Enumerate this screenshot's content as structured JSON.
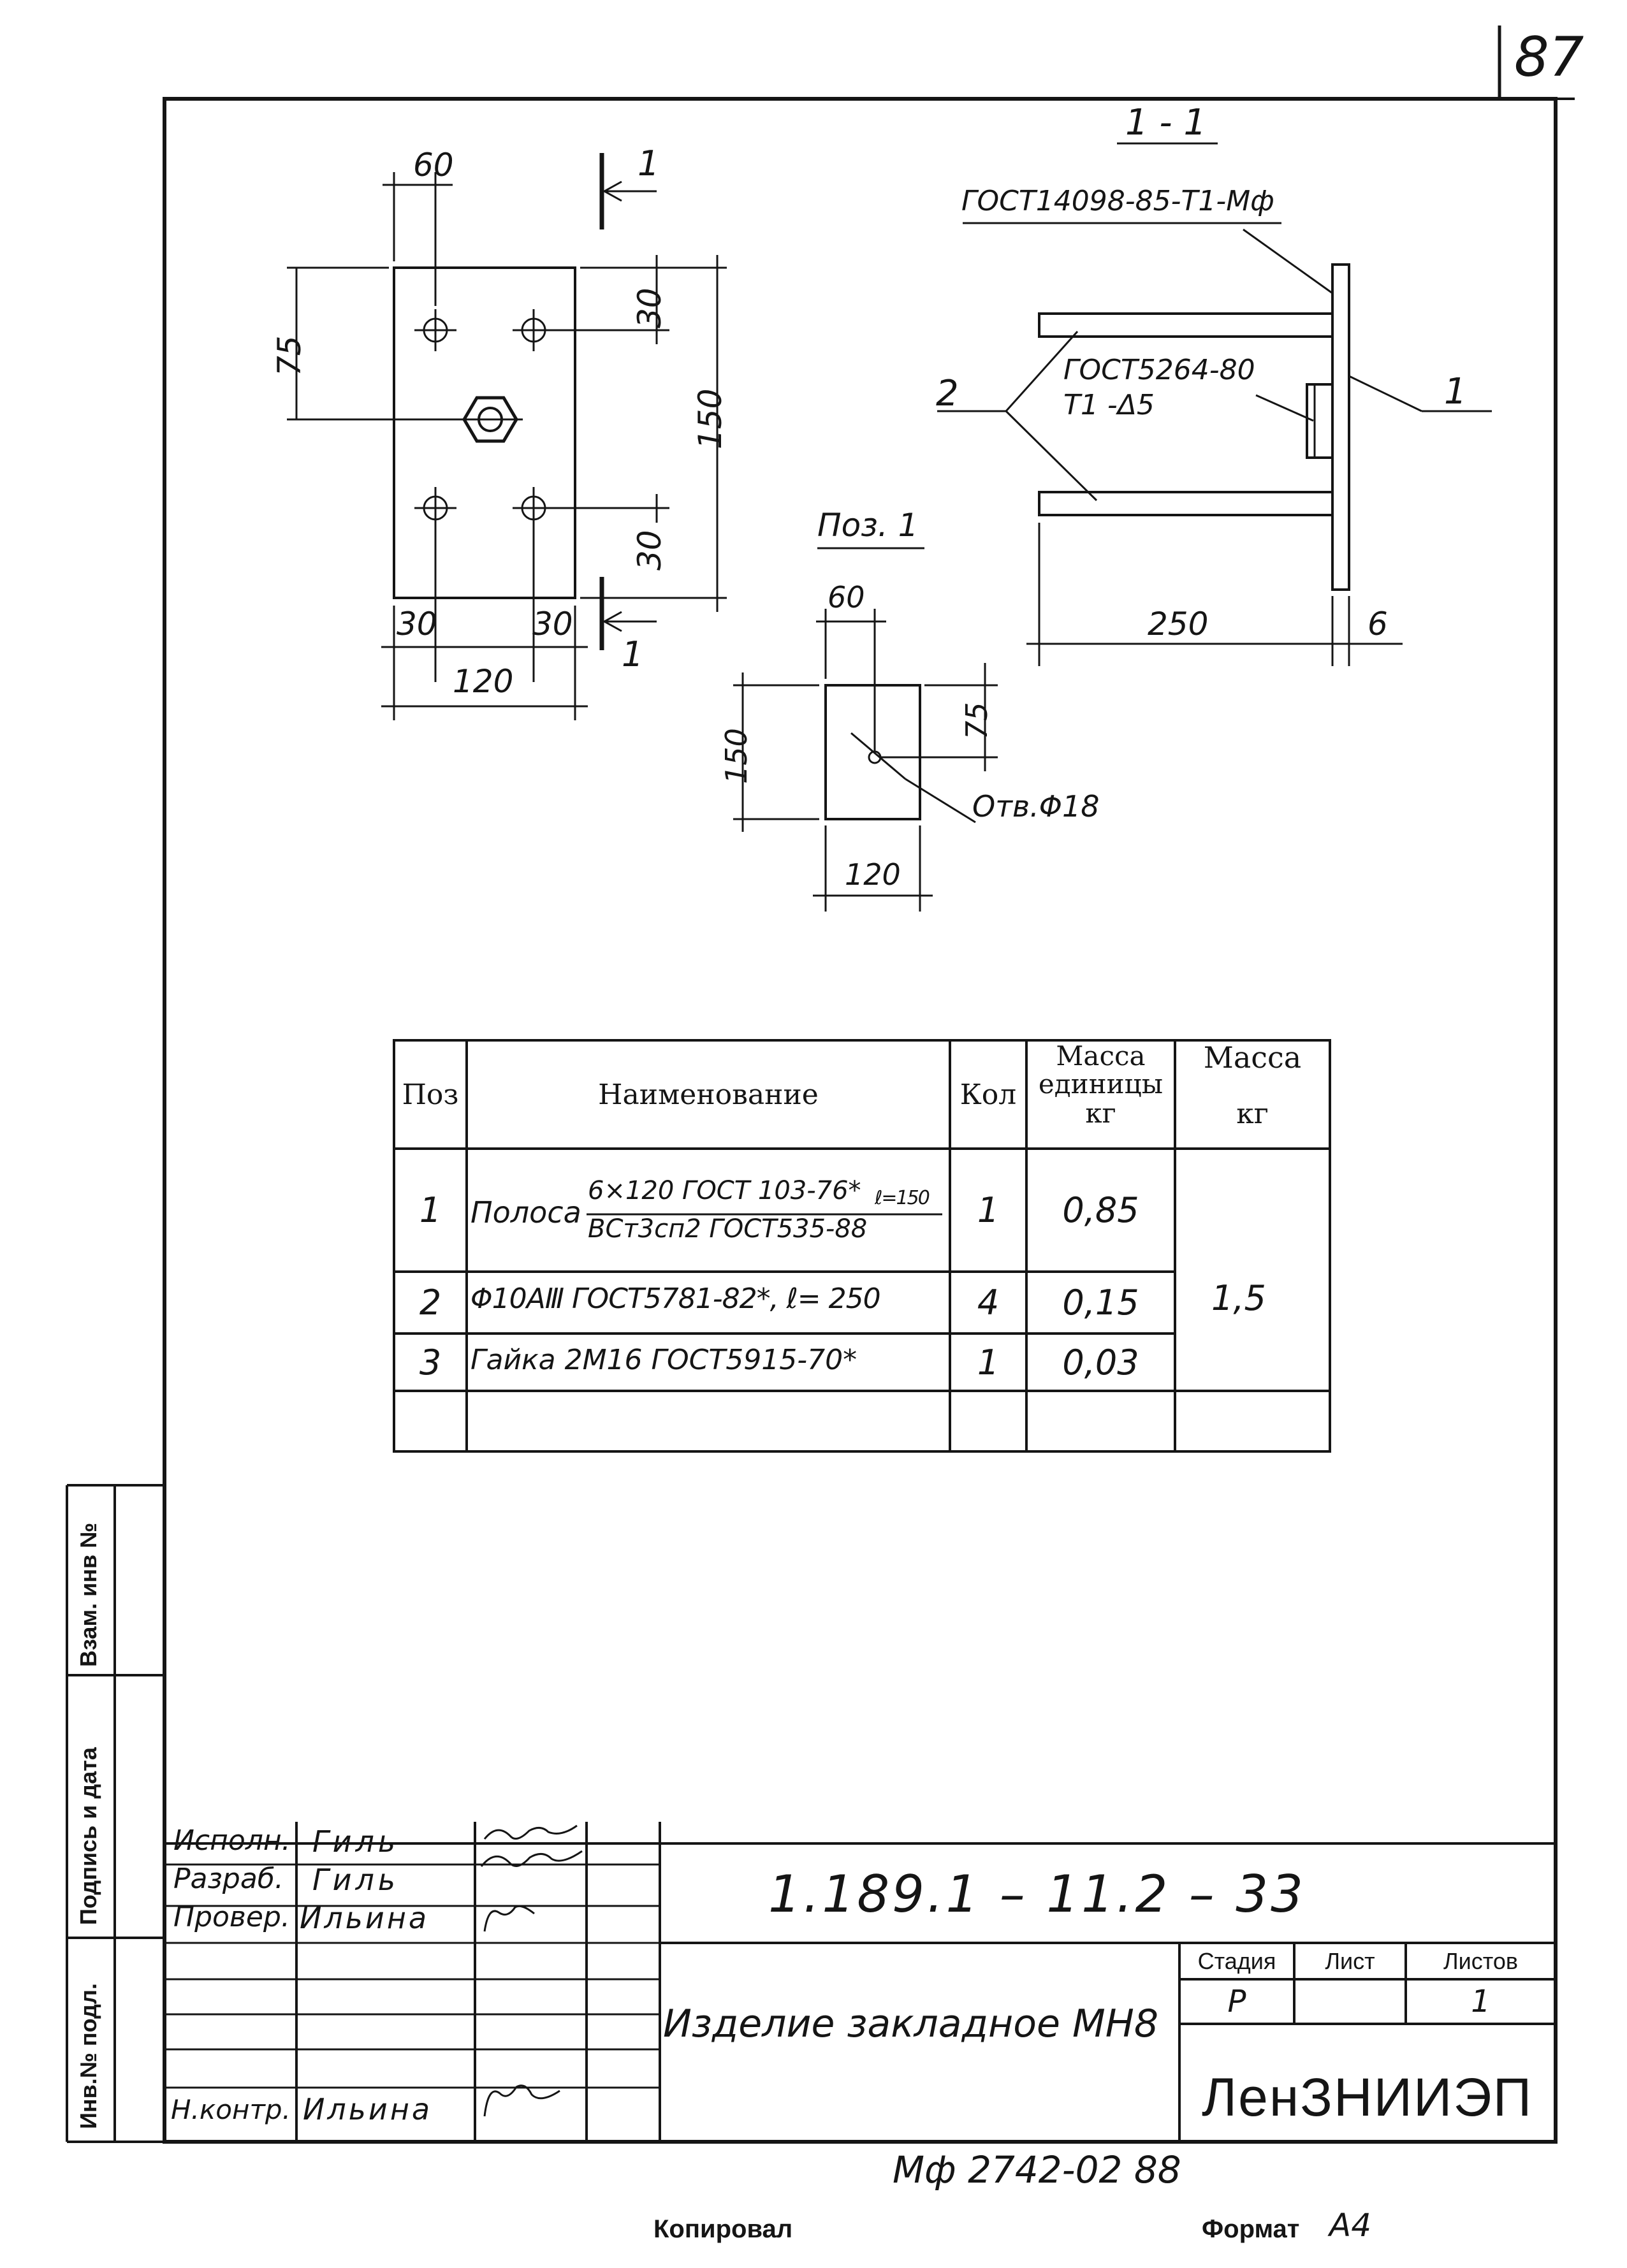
{
  "sheet_number": "87",
  "plan_view": {
    "dim_top": "60",
    "dim_left": "75",
    "dim_right_upper": "30",
    "dim_right_total": "150",
    "dim_right_lower": "30",
    "dim_bottom_left": "30",
    "dim_bottom_right": "30",
    "dim_bottom_total": "120",
    "section_mark_top": "1",
    "section_mark_bottom": "1"
  },
  "section_view": {
    "title": "1 - 1",
    "weld_top": "ГОСТ14098-85-Т1-Мф",
    "weld_mid_line1": "ГОСТ5264-80",
    "weld_mid_line2": "Т1 -Δ5",
    "callout_left": "2",
    "callout_right": "1",
    "dim_length": "250",
    "dim_thickness": "6"
  },
  "part_view": {
    "title": "Поз. 1",
    "dim_top": "60",
    "dim_left": "150",
    "dim_right": "75",
    "dim_bottom": "120",
    "hole_note": "Отв.Φ18"
  },
  "spec_table": {
    "headers": {
      "pos": "Поз",
      "name": "Наименование",
      "qty": "Кол",
      "unit_mass_line1": "Масса",
      "unit_mass_line2": "единицы",
      "unit_mass_line3": "кг",
      "total_mass_line1": "Масса",
      "total_mass_line2": "кг"
    },
    "rows": [
      {
        "pos": "1",
        "name_prefix": "Полоса",
        "name_num": "6×120 ГОСТ 103-76*",
        "name_den": "ВСт3сп2 ГОСТ535-88",
        "name_suffix": "ℓ=150",
        "qty": "1",
        "unit_mass": "0,85"
      },
      {
        "pos": "2",
        "name": "Φ10АⅢ ГОСТ5781-82*, ℓ= 250",
        "qty": "4",
        "unit_mass": "0,15"
      },
      {
        "pos": "3",
        "name": "Гайка 2М16 ГОСТ5915-70*",
        "qty": "1",
        "unit_mass": "0,03"
      }
    ],
    "total_mass": "1,5"
  },
  "side_stamp": {
    "col1": "Инв.№ подл.",
    "col2a": "Подпись и дата",
    "col2b": "Взам. инв №"
  },
  "title_block": {
    "roles": [
      {
        "role": "Исполн.",
        "name": "Гиль"
      },
      {
        "role": "Разраб.",
        "name": "Гиль"
      },
      {
        "role": "Провер.",
        "name": "Ильина"
      },
      {
        "role": "",
        "name": ""
      },
      {
        "role": "",
        "name": ""
      },
      {
        "role": "",
        "name": ""
      },
      {
        "role": "Н.контр.",
        "name": "Ильина"
      }
    ],
    "designation": "1.189.1 – 11.2 – 33",
    "product_name": "Изделие закладное МН8",
    "stage_label": "Стадия",
    "sheet_label": "Лист",
    "sheets_label": "Листов",
    "stage_value": "Р",
    "sheet_value": "",
    "sheets_value": "1",
    "organization": "ЛенЗНИИЭП"
  },
  "footer": {
    "archive": "Мф 2742-02   88",
    "copied_label": "Копировал",
    "format_label": "Формат",
    "format_value": "А4"
  }
}
